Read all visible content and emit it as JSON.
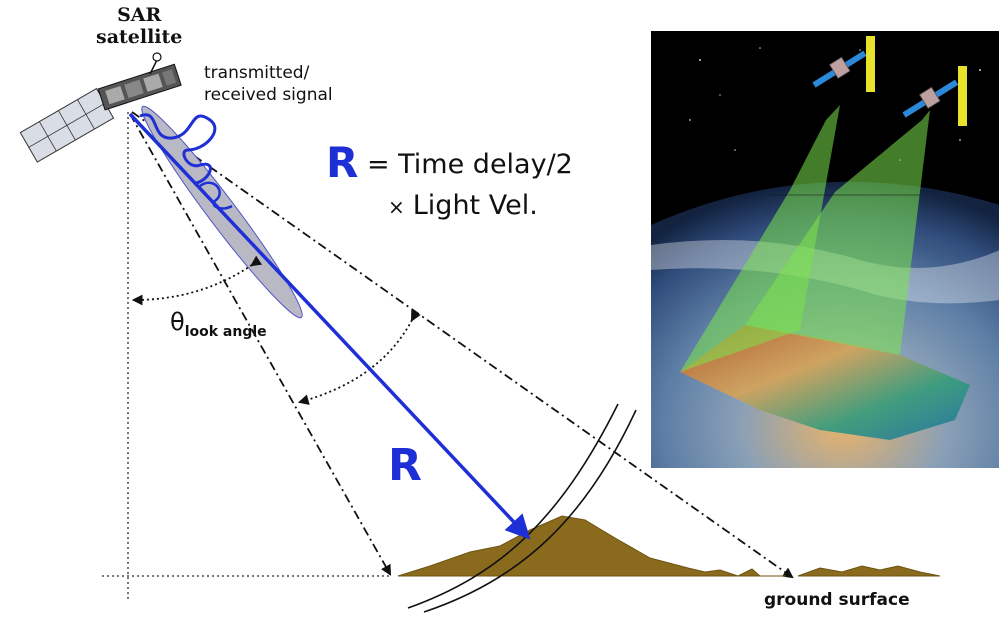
{
  "diagram": {
    "satellite_label_line1": "SAR",
    "satellite_label_line2": "satellite",
    "signal_label_line1": "transmitted/",
    "signal_label_line2": "received signal",
    "formula_R": "R",
    "formula_line1": "= Time delay/2",
    "formula_times": "×",
    "formula_line2": "Light Vel.",
    "theta_symbol": "θ",
    "theta_subscript": "look angle",
    "range_label": "R",
    "ground_label": "ground surface"
  },
  "colors": {
    "range_line": "#1f2fd6",
    "terrain": "#8a6a1c",
    "beam_ellipse": "#b9b9c6",
    "space_bg": "#000000",
    "beam_green": "#7be34a"
  },
  "icons": [
    "satellite-icon",
    "earth-photo"
  ]
}
